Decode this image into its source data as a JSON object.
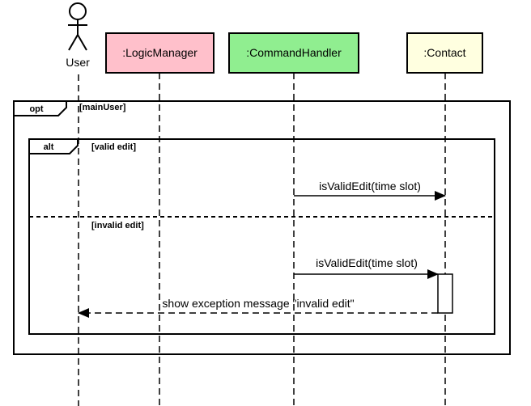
{
  "actor": {
    "label": "User"
  },
  "participants": {
    "logic": {
      "label": ":LogicManager",
      "fill": "#ffc0cb"
    },
    "command": {
      "label": ":CommandHandler",
      "fill": "#90ee90"
    },
    "contact": {
      "label": ":Contact",
      "fill": "#ffffe0"
    }
  },
  "fragments": {
    "opt": {
      "operator": "opt",
      "guard": "[mainUser]"
    },
    "alt": {
      "operator": "alt",
      "guard_first": "[valid edit]",
      "guard_second": "[invalid edit]"
    }
  },
  "messages": {
    "m1": {
      "label": "isValidEdit(time slot)"
    },
    "m2": {
      "label": "isValidEdit(time slot)"
    },
    "m3": {
      "label": "show exception message \"invalid edit\""
    }
  }
}
